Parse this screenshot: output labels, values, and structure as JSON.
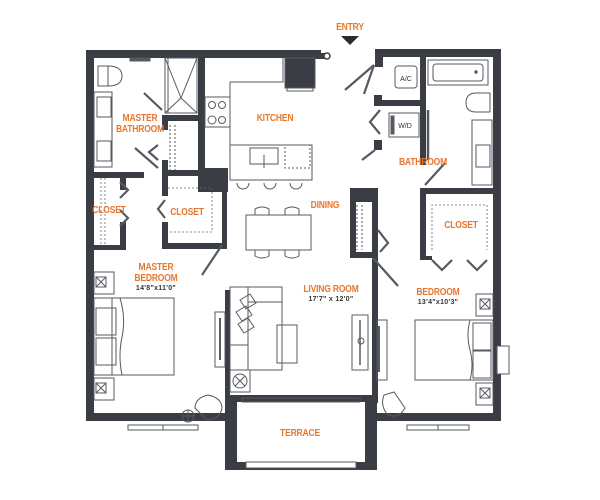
{
  "plan": {
    "entry_label": "ENTRY",
    "colors": {
      "wall": "#3a3d44",
      "label": "#e8762d",
      "fixture": "#555a60",
      "background": "#ffffff"
    },
    "rooms": [
      {
        "id": "master-bathroom",
        "name_line1": "MASTER",
        "name_line2": "BATHROOM"
      },
      {
        "id": "kitchen",
        "name": "KITCHEN"
      },
      {
        "id": "bathroom",
        "name": "BATHROOM"
      },
      {
        "id": "closet-left",
        "name": "CLOSET"
      },
      {
        "id": "closet-master",
        "name": "CLOSET"
      },
      {
        "id": "dining",
        "name": "DINING"
      },
      {
        "id": "master-bedroom",
        "name_line1": "MASTER",
        "name_line2": "BEDROOM",
        "dimensions": "14'8\"x11'0\""
      },
      {
        "id": "living-room",
        "name": "LIVING ROOM",
        "dimensions": "17'7\" x 12'0\""
      },
      {
        "id": "closet-bedroom",
        "name": "CLOSET"
      },
      {
        "id": "bedroom",
        "name": "BEDROOM",
        "dimensions": "13'4\"x10'3\""
      },
      {
        "id": "terrace",
        "name": "TERRACE"
      }
    ],
    "fixtures": {
      "ac_label": "A/C",
      "wd_label": "W/D"
    }
  }
}
